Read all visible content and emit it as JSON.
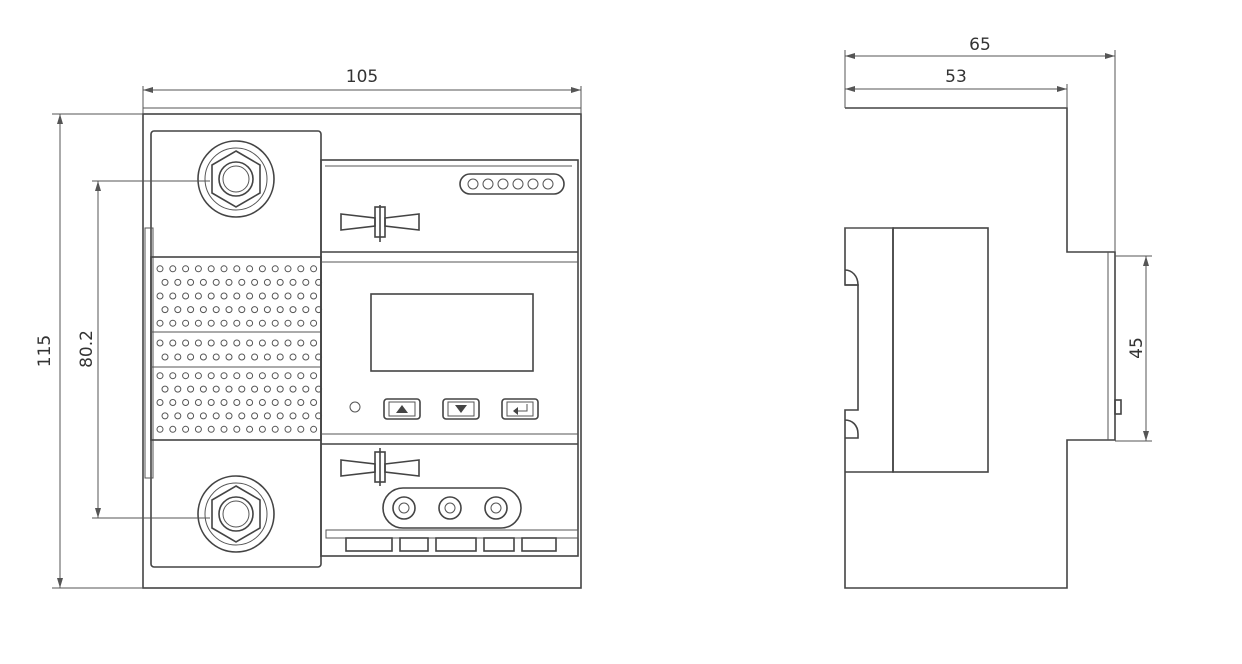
{
  "dimensions": {
    "front_width": "105",
    "front_height": "115",
    "terminal_spacing": "80.2",
    "side_total_depth": "65",
    "side_body_depth": "53",
    "din_rail_width": "45"
  },
  "controls": {
    "buttons": [
      "up-button",
      "down-button",
      "enter-button"
    ]
  },
  "colors": {
    "line": "#444444",
    "background": "#ffffff"
  }
}
